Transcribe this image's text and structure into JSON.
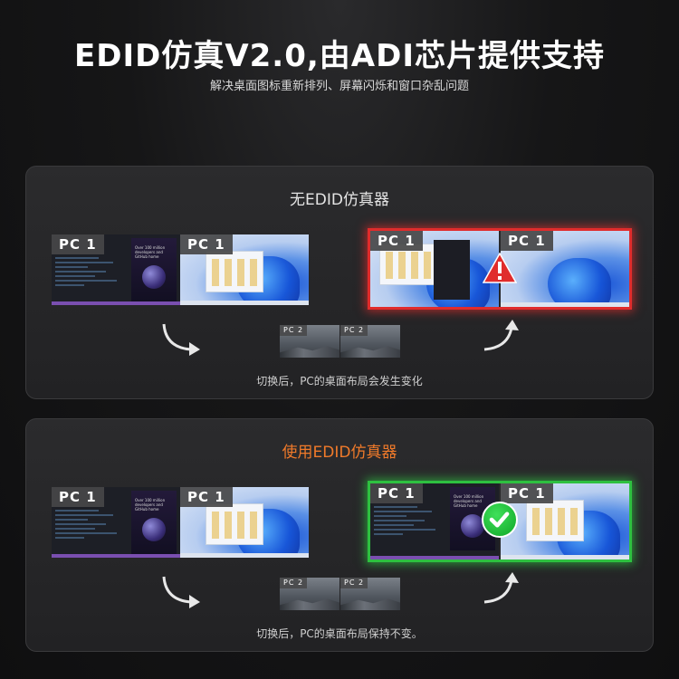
{
  "header": {
    "title": "EDID仿真V2.0,由ADI芯片提供支持",
    "subtitle": "解决桌面图标重新排列、屏幕闪烁和窗口杂乱问题"
  },
  "panels": [
    {
      "title": "无EDID仿真器",
      "caption": "切换后，PC的桌面布局会发生变化",
      "status": "warning",
      "status_color": "#e02c2c",
      "before_labels": [
        "PC 1",
        "PC 1"
      ],
      "pc2_labels": [
        "PC 2",
        "PC 2"
      ],
      "after_labels": [
        "PC 1",
        "PC 1"
      ]
    },
    {
      "title": "使用EDID仿真器",
      "caption": "切换后，PC的桌面布局保持不变。",
      "status": "ok",
      "status_color": "#2ec040",
      "before_labels": [
        "PC 1",
        "PC 1"
      ],
      "pc2_labels": [
        "PC 2",
        "PC 2"
      ],
      "after_labels": [
        "PC 1",
        "PC 1"
      ]
    }
  ],
  "promo_text": "Over 100 million developers and GitHub home"
}
